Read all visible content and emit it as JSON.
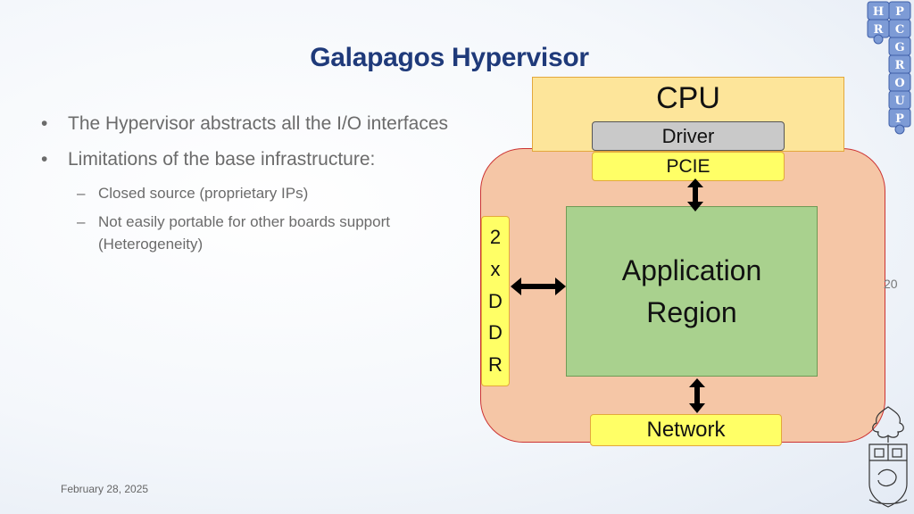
{
  "slide": {
    "title": "Galapagos Hypervisor",
    "date": "February 28, 2025",
    "number": "20"
  },
  "bullets": [
    {
      "text": "The Hypervisor abstracts all the I/O interfaces",
      "level": 1
    },
    {
      "text": "Limitations of the base infrastructure:",
      "level": 1
    },
    {
      "text": "Closed source (proprietary IPs)",
      "level": 2
    },
    {
      "text": "Not easily portable for other boards support (Heterogeneity)",
      "level": 2
    }
  ],
  "diagram": {
    "cpu_label": "CPU",
    "driver_label": "Driver",
    "pcie_label": "PCIE",
    "app_line1": "Application",
    "app_line2": "Region",
    "ddr_chars": [
      "2",
      "x",
      "D",
      "D",
      "R"
    ],
    "network_label": "Network"
  },
  "logo": {
    "letters": [
      "H",
      "P",
      "R",
      "C",
      "G",
      "R",
      "O",
      "U",
      "P"
    ]
  },
  "colors": {
    "title": "#1f3a7a",
    "fpga_fill": "#f5c6a6",
    "fpga_border": "#cc3333",
    "cpu_fill": "#fde59a",
    "interface_fill": "#ffff66",
    "app_fill": "#a9d18e",
    "driver_fill": "#c9c9c9"
  }
}
